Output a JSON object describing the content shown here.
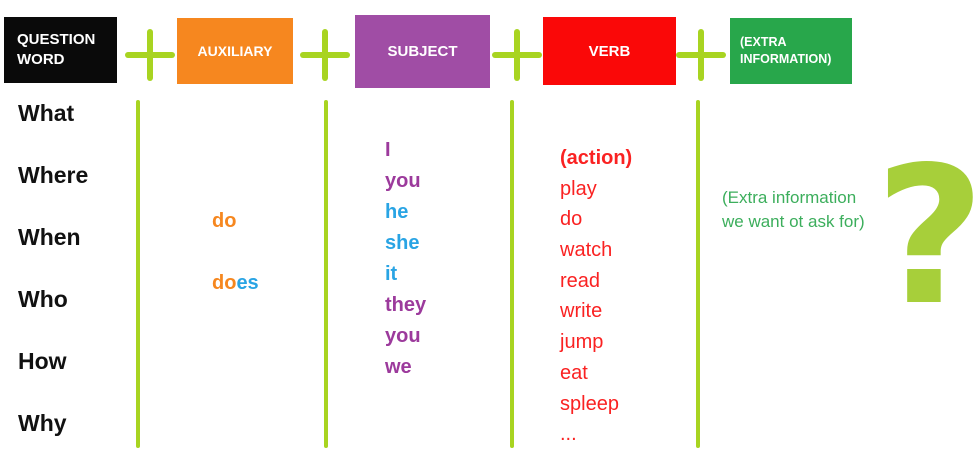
{
  "palette": {
    "lime": "#a8d421",
    "qmark_green": "#a7cf3a",
    "black_box": "#0a0a0a",
    "orange": "#f6871f",
    "purple_box": "#a04da5",
    "red_box": "#fa0808",
    "green_box": "#28a74b",
    "text_black": "#111111",
    "text_purple": "#9c3a9c",
    "text_blue": "#29a4e4",
    "text_red": "#fa2222",
    "text_green": "#3cae5c"
  },
  "icons": {
    "plus_icon": "plus",
    "question_mark_icon": "question-mark"
  },
  "header": {
    "boxes": {
      "question_word": "QUESTION WORD",
      "auxiliary": "AUXILIARY",
      "subject": "SUBJECT",
      "verb": "VERB",
      "extra_information": "(EXTRA INFORMATION)"
    }
  },
  "question_words": [
    "What",
    "Where",
    "When",
    "Who",
    "How",
    "Why"
  ],
  "auxiliary": {
    "do": "do",
    "does_prefix": "do",
    "does_suffix": "es"
  },
  "subjects": [
    {
      "word": "I",
      "color": "purple"
    },
    {
      "word": "you",
      "color": "purple"
    },
    {
      "word": "he",
      "color": "blue"
    },
    {
      "word": "she",
      "color": "blue"
    },
    {
      "word": "it",
      "color": "blue"
    },
    {
      "word": "they",
      "color": "purple"
    },
    {
      "word": "you",
      "color": "purple"
    },
    {
      "word": "we",
      "color": "purple"
    }
  ],
  "verbs": {
    "heading": "(action)",
    "items": [
      "play",
      "do",
      "watch",
      "read",
      "write",
      "jump",
      "eat",
      "spleep",
      "..."
    ]
  },
  "extra_note": "(Extra information\nwe want ot ask for)",
  "question_mark": "?"
}
